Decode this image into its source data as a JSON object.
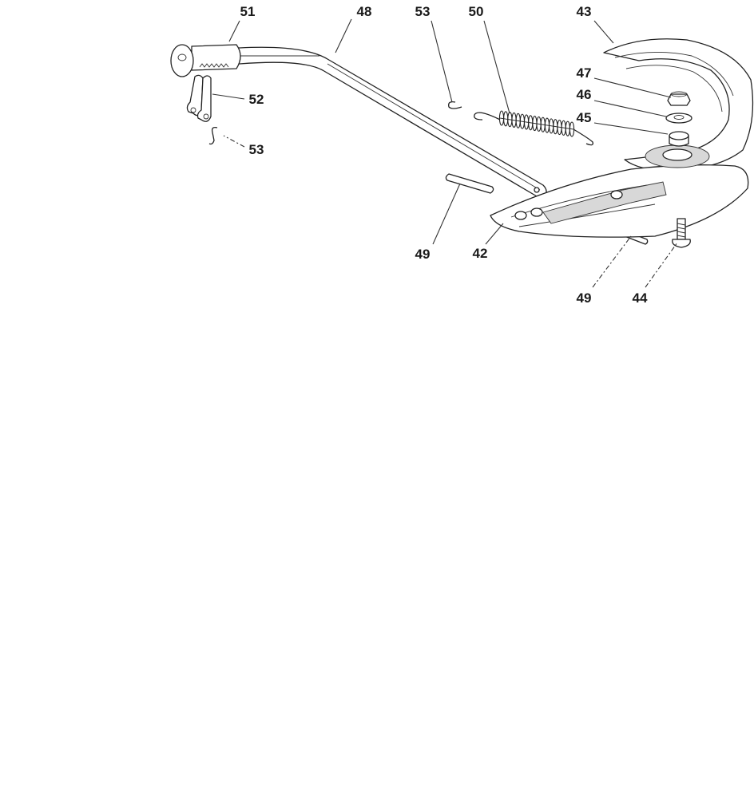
{
  "callouts": {
    "c51": "51",
    "c48": "48",
    "c53a": "53",
    "c50": "50",
    "c43": "43",
    "c47": "47",
    "c46": "46",
    "c45": "45",
    "c52": "52",
    "c53b": "53",
    "c49a": "49",
    "c42": "42",
    "c49b": "49",
    "c44": "44"
  }
}
